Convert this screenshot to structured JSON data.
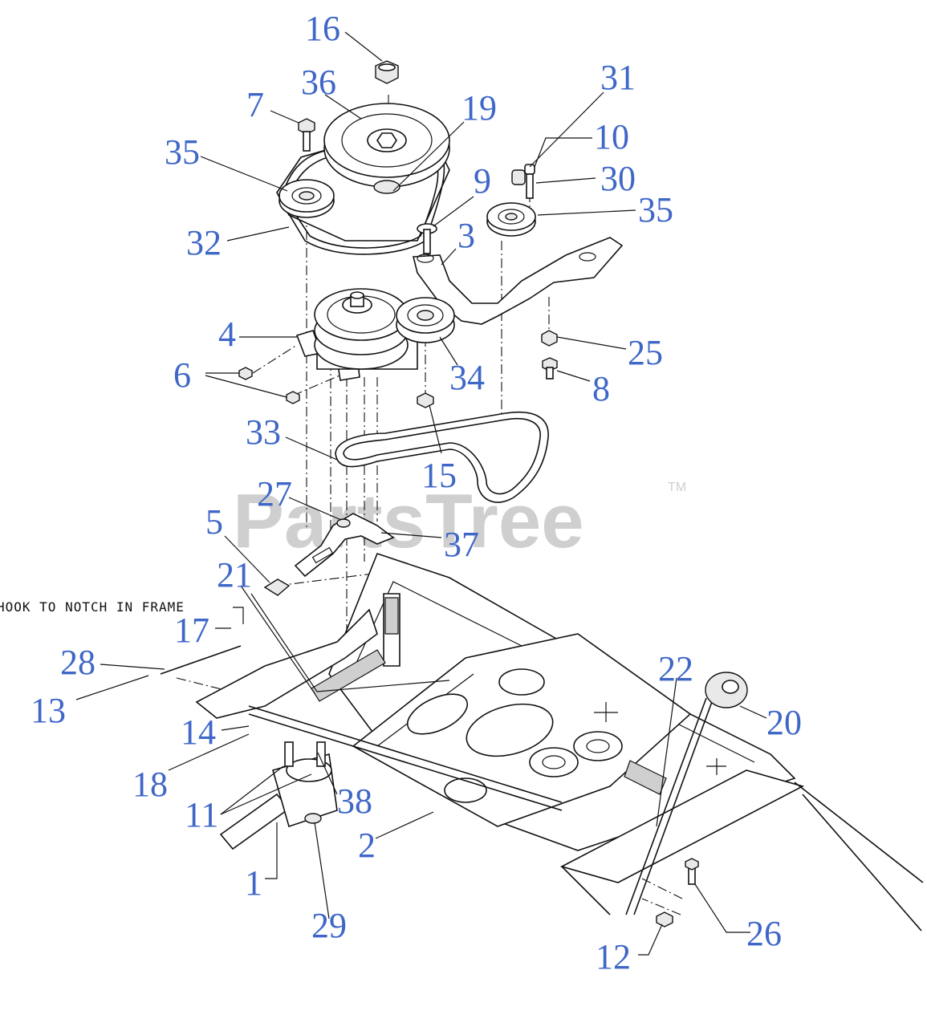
{
  "watermark": {
    "text": "PartsTree",
    "trademark": "TM"
  },
  "note": "HOOK TO NOTCH IN FRAME",
  "callouts": [
    {
      "id": "c16",
      "label": "16"
    },
    {
      "id": "c36",
      "label": "36"
    },
    {
      "id": "c7",
      "label": "7"
    },
    {
      "id": "c19",
      "label": "19"
    },
    {
      "id": "c31",
      "label": "31"
    },
    {
      "id": "c10",
      "label": "10"
    },
    {
      "id": "c35a",
      "label": "35"
    },
    {
      "id": "c30",
      "label": "30"
    },
    {
      "id": "c9",
      "label": "9"
    },
    {
      "id": "c35b",
      "label": "35"
    },
    {
      "id": "c32",
      "label": "32"
    },
    {
      "id": "c3",
      "label": "3"
    },
    {
      "id": "c4",
      "label": "4"
    },
    {
      "id": "c25",
      "label": "25"
    },
    {
      "id": "c6",
      "label": "6"
    },
    {
      "id": "c34",
      "label": "34"
    },
    {
      "id": "c8",
      "label": "8"
    },
    {
      "id": "c33",
      "label": "33"
    },
    {
      "id": "c15",
      "label": "15"
    },
    {
      "id": "c27",
      "label": "27"
    },
    {
      "id": "c5",
      "label": "5"
    },
    {
      "id": "c37",
      "label": "37"
    },
    {
      "id": "c21",
      "label": "21"
    },
    {
      "id": "c17",
      "label": "17"
    },
    {
      "id": "c28",
      "label": "28"
    },
    {
      "id": "c22",
      "label": "22"
    },
    {
      "id": "c13",
      "label": "13"
    },
    {
      "id": "c20",
      "label": "20"
    },
    {
      "id": "c14",
      "label": "14"
    },
    {
      "id": "c18",
      "label": "18"
    },
    {
      "id": "c38",
      "label": "38"
    },
    {
      "id": "c11",
      "label": "11"
    },
    {
      "id": "c2",
      "label": "2"
    },
    {
      "id": "c1",
      "label": "1"
    },
    {
      "id": "c29",
      "label": "29"
    },
    {
      "id": "c26",
      "label": "26"
    },
    {
      "id": "c12",
      "label": "12"
    }
  ]
}
